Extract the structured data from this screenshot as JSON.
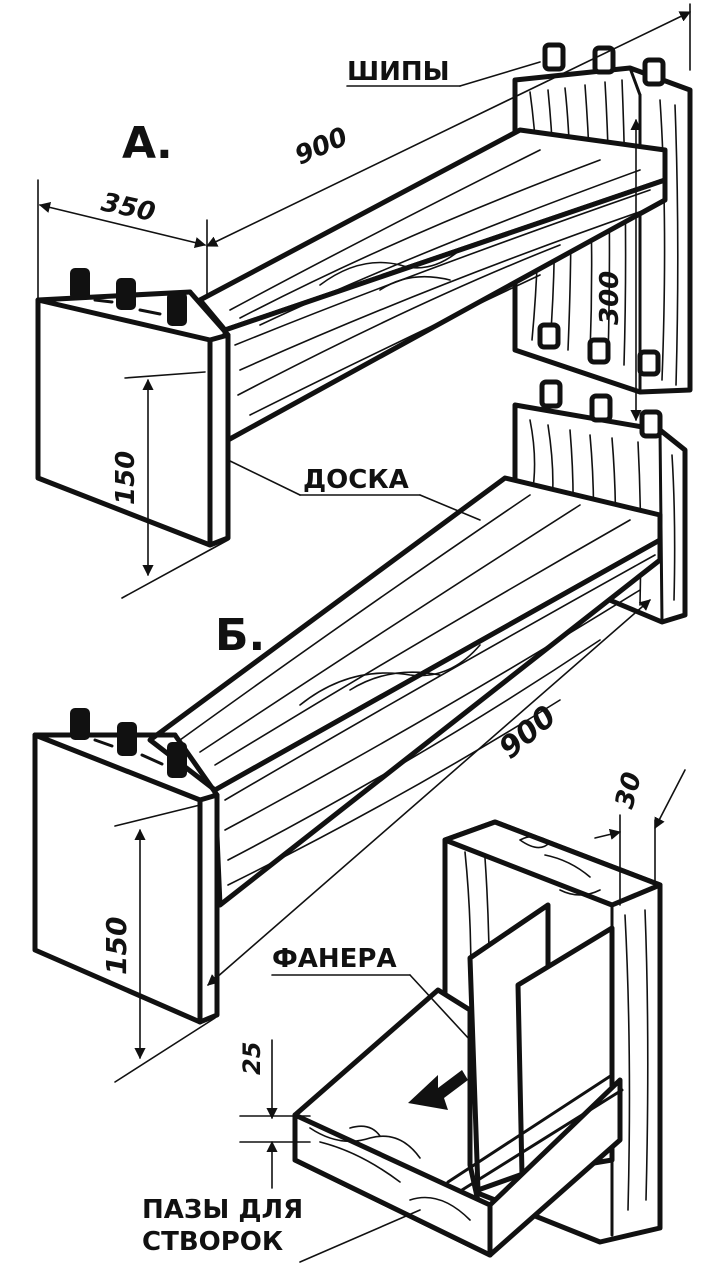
{
  "labels": {
    "a": "А.",
    "b": "Б.",
    "tenons": "ШИПЫ",
    "board": "ДОСКА",
    "plywood": "ФАНЕРА",
    "grooves_line1": "ПАЗЫ ДЛЯ",
    "grooves_line2": "СТВОРОК"
  },
  "dimensions": {
    "a_length": "900",
    "a_depth": "350",
    "a_height": "150",
    "a_spacing": "300",
    "b_length": "900",
    "b_height": "150",
    "detail_thickness": "30",
    "detail_groove": "25"
  },
  "colors": {
    "ink": "#111111",
    "paper": "#ffffff"
  }
}
